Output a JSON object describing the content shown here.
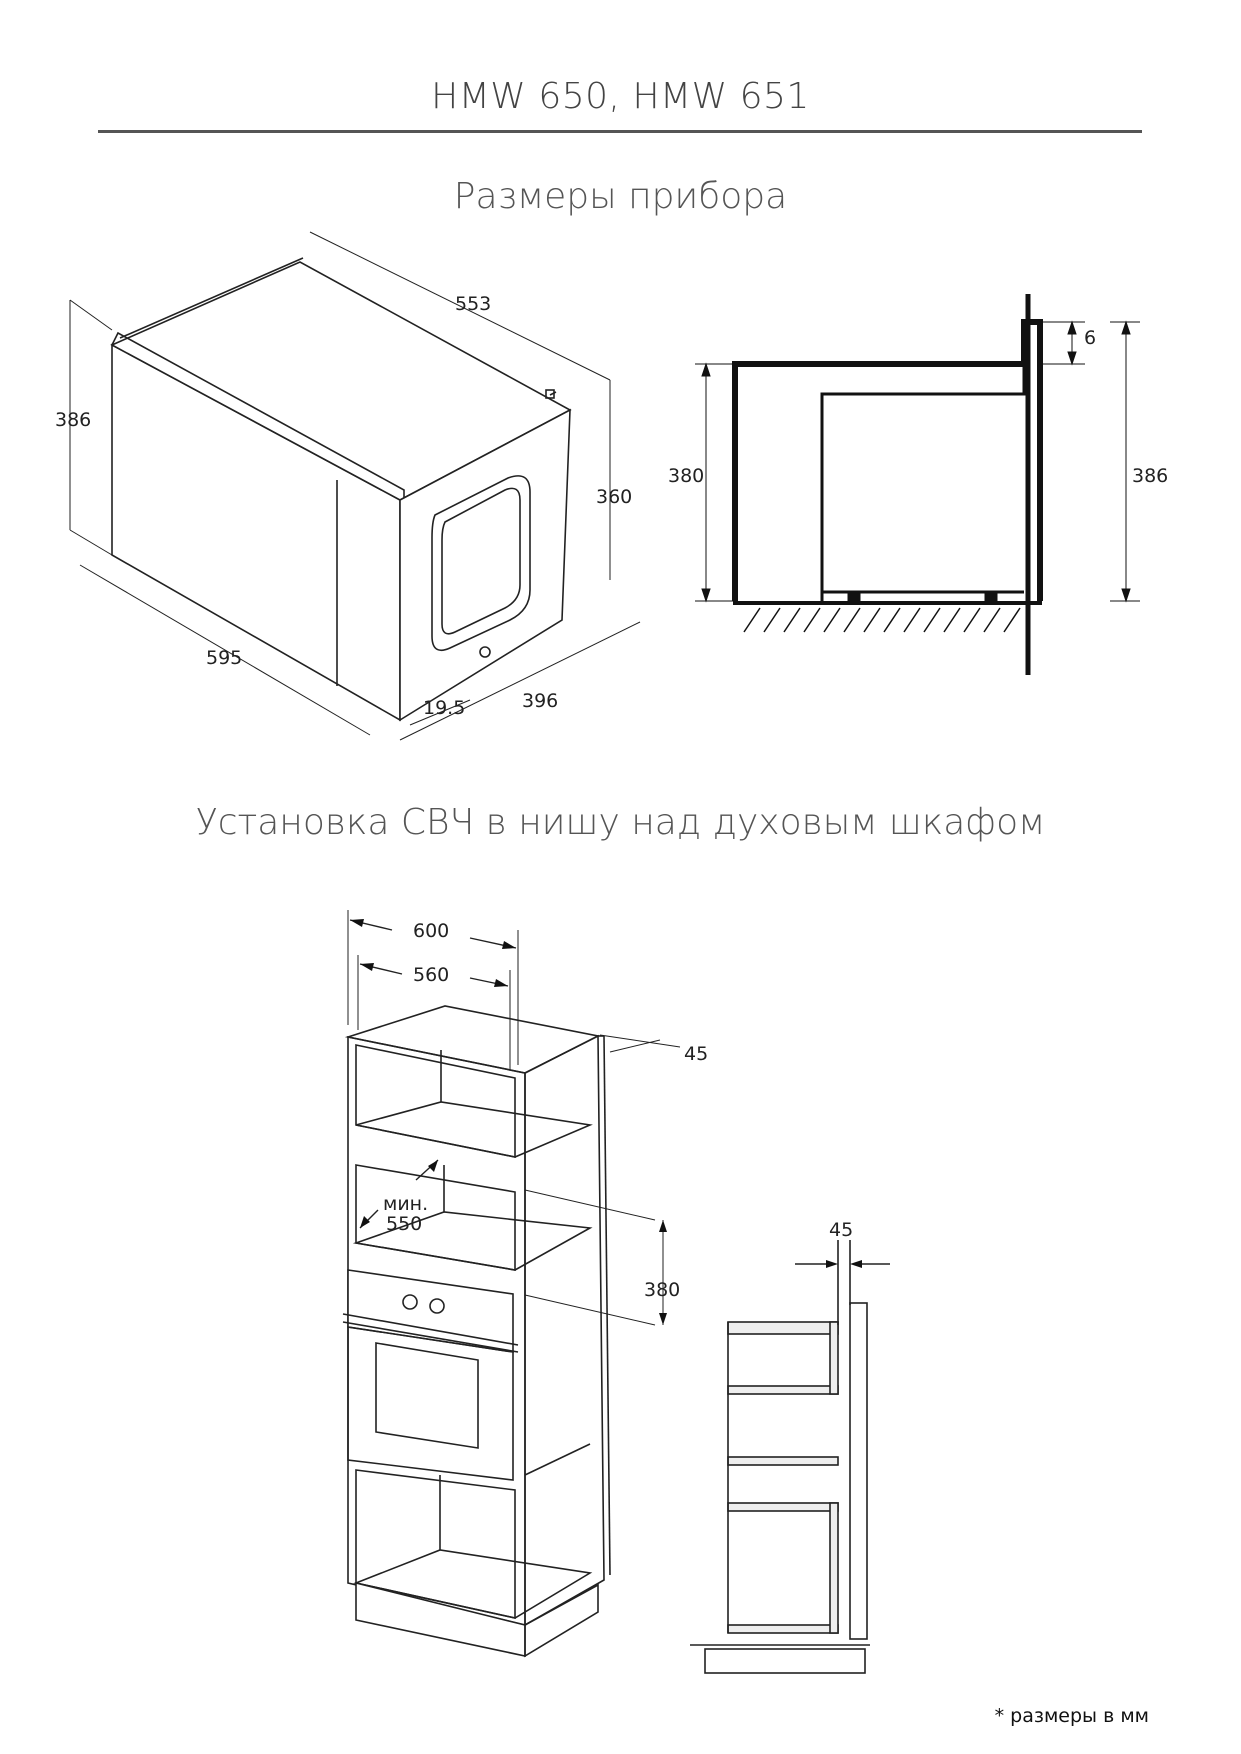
{
  "header": {
    "title": "HMW 650, HMW 651"
  },
  "sections": {
    "dimensions_title": "Размеры прибора",
    "installation_title": "Установка СВЧ в нишу над духовым шкафом"
  },
  "iso_view": {
    "height_front": "386",
    "depth_top": "553",
    "height_side": "360",
    "width_front": "595",
    "depth_side": "396",
    "door_offset": "19.5"
  },
  "section_view": {
    "top_gap": "6",
    "inner_height": "380",
    "outer_height": "386"
  },
  "cabinet_view": {
    "outer_width": "600",
    "inner_width": "560",
    "depth_gap": "45",
    "min_label": "мин.",
    "min_width": "550",
    "niche_height": "380"
  },
  "side_view": {
    "gap": "45"
  },
  "footnote": "* размеры в мм"
}
